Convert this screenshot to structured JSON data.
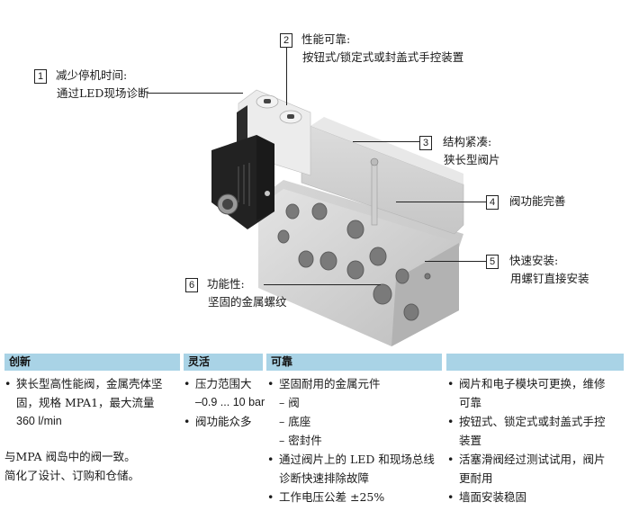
{
  "callouts": [
    {
      "num": "1",
      "title": "减少停机时间:",
      "desc": "通过LED现场诊断"
    },
    {
      "num": "2",
      "title": "性能可靠:",
      "desc": "按钮式/锁定式或封盖式手控装置"
    },
    {
      "num": "3",
      "title": "结构紧凑:",
      "desc": "狭长型阀片"
    },
    {
      "num": "4",
      "title": "阀功能完善",
      "desc": ""
    },
    {
      "num": "5",
      "title": "快速安装:",
      "desc": "用螺钉直接安装"
    },
    {
      "num": "6",
      "title": "功能性:",
      "desc": "坚固的金属螺纹"
    }
  ],
  "table": {
    "header_color": "#a9d3e6",
    "columns": [
      {
        "header": "创新",
        "items": [
          {
            "type": "bullet",
            "lines": [
              "狭长型高性能阀，金属壳体坚",
              "固，规格 MPA1，最大流量",
              "360 l/min"
            ]
          }
        ],
        "paragraph": [
          "与MPA 阀岛中的阀一致。",
          "简化了设计、订购和仓储。"
        ]
      },
      {
        "header": "灵活",
        "items": [
          {
            "type": "bullet",
            "lines": [
              "压力范围大",
              "–0.9 ... 10 bar"
            ]
          },
          {
            "type": "bullet",
            "lines": [
              "阀功能众多"
            ]
          }
        ]
      },
      {
        "header": "可靠",
        "items": [
          {
            "type": "bullet",
            "lines": [
              "坚固耐用的金属元件"
            ]
          },
          {
            "type": "sub",
            "lines": [
              "– 阀"
            ]
          },
          {
            "type": "sub",
            "lines": [
              "– 底座"
            ]
          },
          {
            "type": "sub",
            "lines": [
              "– 密封件"
            ]
          },
          {
            "type": "bullet",
            "lines": [
              "通过阀片上的 LED 和现场总线",
              "诊断快速排除故障"
            ]
          },
          {
            "type": "bullet",
            "lines": [
              "工作电压公差 ±25%"
            ]
          }
        ]
      },
      {
        "header": "",
        "items": [
          {
            "type": "bullet",
            "lines": [
              "阀片和电子模块可更换，维修",
              "可靠"
            ]
          },
          {
            "type": "bullet",
            "lines": [
              "按钮式、锁定式或封盖式手控",
              "装置"
            ]
          },
          {
            "type": "bullet",
            "lines": [
              "活塞滑阀经过测试试用，阀片",
              "更耐用"
            ]
          },
          {
            "type": "bullet",
            "lines": [
              "墙面安装稳固"
            ]
          }
        ]
      }
    ]
  },
  "image": {
    "subject": "valve-on-subbase-product-photo"
  }
}
